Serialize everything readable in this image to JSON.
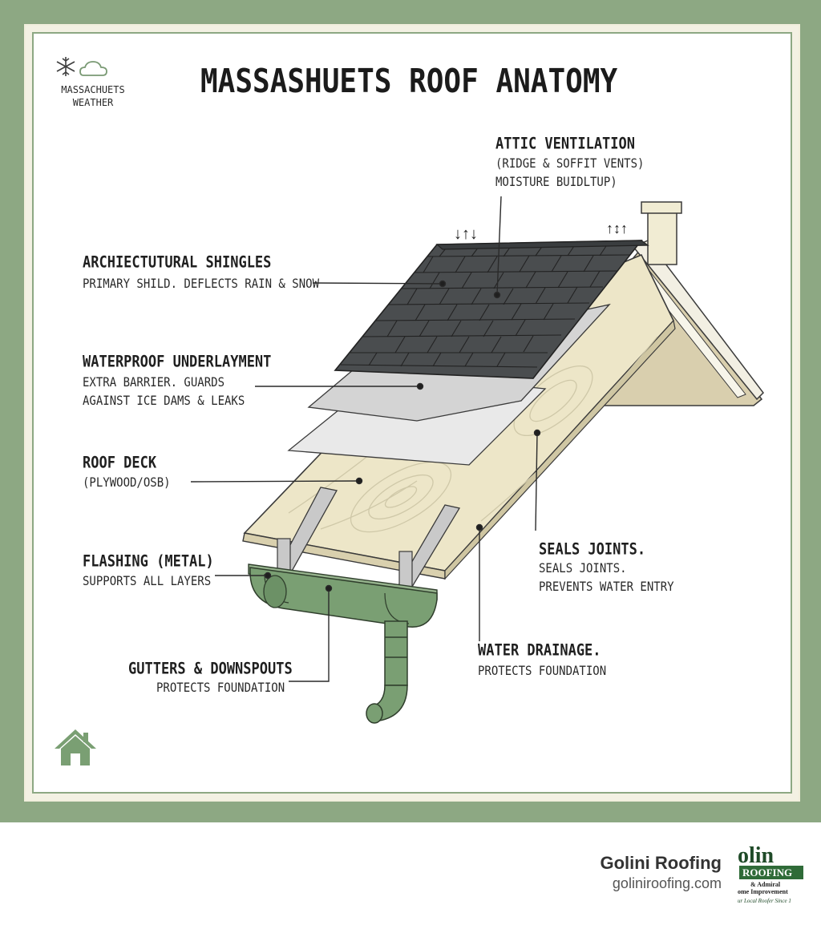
{
  "title": "MASSASHUETS ROOF ANATOMY",
  "weather_badge": {
    "line1": "MASSACHUETS",
    "line2": "WEATHER",
    "icons": [
      "snowflake-icon",
      "cloud-icon"
    ]
  },
  "labels": {
    "attic": {
      "heading": "ATTIC VENTILATION",
      "line1": "(RIDGE & SOFFIT VENTS)",
      "line2": "MOISTURE BUIDLTUP)"
    },
    "shingles": {
      "heading": "ARCHIECTUTURAL SHINGLES",
      "line1": "PRIMARY SHILD. DEFLECTS RAIN & SNOW"
    },
    "underlayment": {
      "heading": "WATERPROOF UNDERLAYMENT",
      "line1": "EXTRA BARRIER. GUARDS",
      "line2": "AGAINST ICE DAMS & LEAKS"
    },
    "deck": {
      "heading": "ROOF DECK",
      "line1": "(PLYWOOD/OSB)"
    },
    "flashing": {
      "heading": "FLASHING (METAL)",
      "line1": "SUPPORTS ALL LAYERS"
    },
    "gutters": {
      "heading": "GUTTERS & DOWNSPOUTS",
      "line1": "PROTECTS FOUNDATION"
    },
    "seals": {
      "heading": "SEALS JOINTS.",
      "line1": "SEALS JOINTS.",
      "line2": "PREVENTS WATER ENTRY"
    },
    "drainage": {
      "heading": "WATER DRAINAGE.",
      "line1": "PROTECTS FOUNDATION"
    }
  },
  "ridge_arrows": "↓↑↓",
  "chimney_arrows": "↑↕↑",
  "brand": {
    "name": "Golini Roofing",
    "url": "goliniroofing.com",
    "logo": {
      "word": "olin",
      "plate": "ROOFING",
      "line1": "& Admiral",
      "line2": "ome Improvement",
      "line3": "ur Local Roofer Since 1"
    }
  },
  "colors": {
    "frame": "#8da883",
    "frame_inner": "#f3f1e3",
    "shingle": "#4a4d4f",
    "deck": "#ede6c8",
    "gutter": "#7a9f73",
    "text": "#1f1f1f"
  },
  "icons": [
    "home-icon"
  ]
}
